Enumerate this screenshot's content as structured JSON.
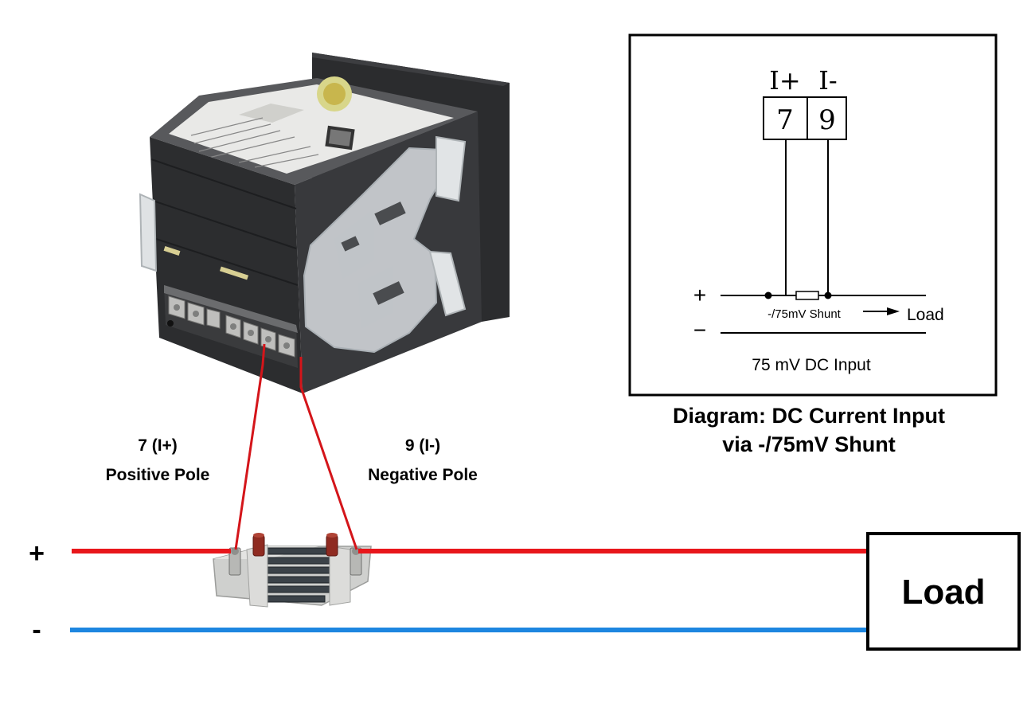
{
  "schematic": {
    "terminal_left_label": "I+",
    "terminal_right_label": "I-",
    "terminal_left_number": "7",
    "terminal_right_number": "9",
    "plus_sign": "+",
    "minus_sign": "−",
    "shunt_label": "-/75mV Shunt",
    "load_label": "Load",
    "input_label": "75 mV DC Input"
  },
  "caption": {
    "line1": "Diagram: DC Current Input",
    "line2": "via -/75mV Shunt"
  },
  "labels": {
    "pos_terminal": "7 (I+)",
    "pos_pole": "Positive Pole",
    "neg_terminal": "9 (I-)",
    "neg_pole": "Negative Pole",
    "main_plus": "+",
    "main_minus": "-",
    "load_box": "Load"
  },
  "colors": {
    "positive_wire": "#e8161b",
    "negative_wire": "#1d86e0",
    "sense_wire": "#d4151a",
    "device_body": "#2f3032"
  }
}
